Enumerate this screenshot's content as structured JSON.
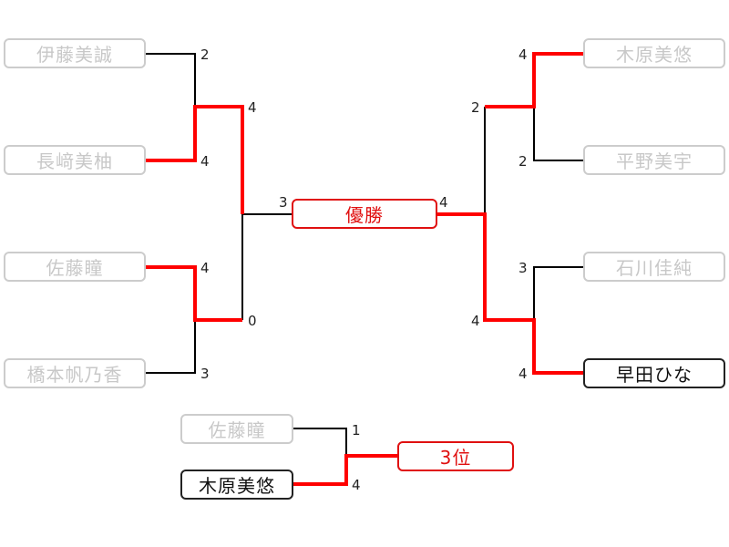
{
  "colors": {
    "win_line": "#ff0000",
    "line": "#000000",
    "dim_text": "#c8c8c8",
    "title": "#e01010"
  },
  "players": {
    "itou": "伊藤美誠",
    "nagasaki": "長﨑美柚",
    "sato": "佐藤瞳",
    "hashimoto": "橋本帆乃香",
    "kihara": "木原美悠",
    "hirano": "平野美宇",
    "ishikawa": "石川佳純",
    "hayata": "早田ひな",
    "third_a": "佐藤瞳",
    "third_b": "木原美悠"
  },
  "labels": {
    "champion": "優勝",
    "third_place": "3位"
  },
  "scores": {
    "itou": "2",
    "nagasaki": "4",
    "sato": "4",
    "hashimoto": "3",
    "kihara": "4",
    "hirano": "2",
    "ishikawa": "3",
    "hayata": "4",
    "left_semi_top": "4",
    "left_semi_bottom": "0",
    "right_semi_top": "2",
    "right_semi_bottom": "4",
    "final_left": "3",
    "final_right": "4",
    "third_a": "1",
    "third_b": "4"
  }
}
